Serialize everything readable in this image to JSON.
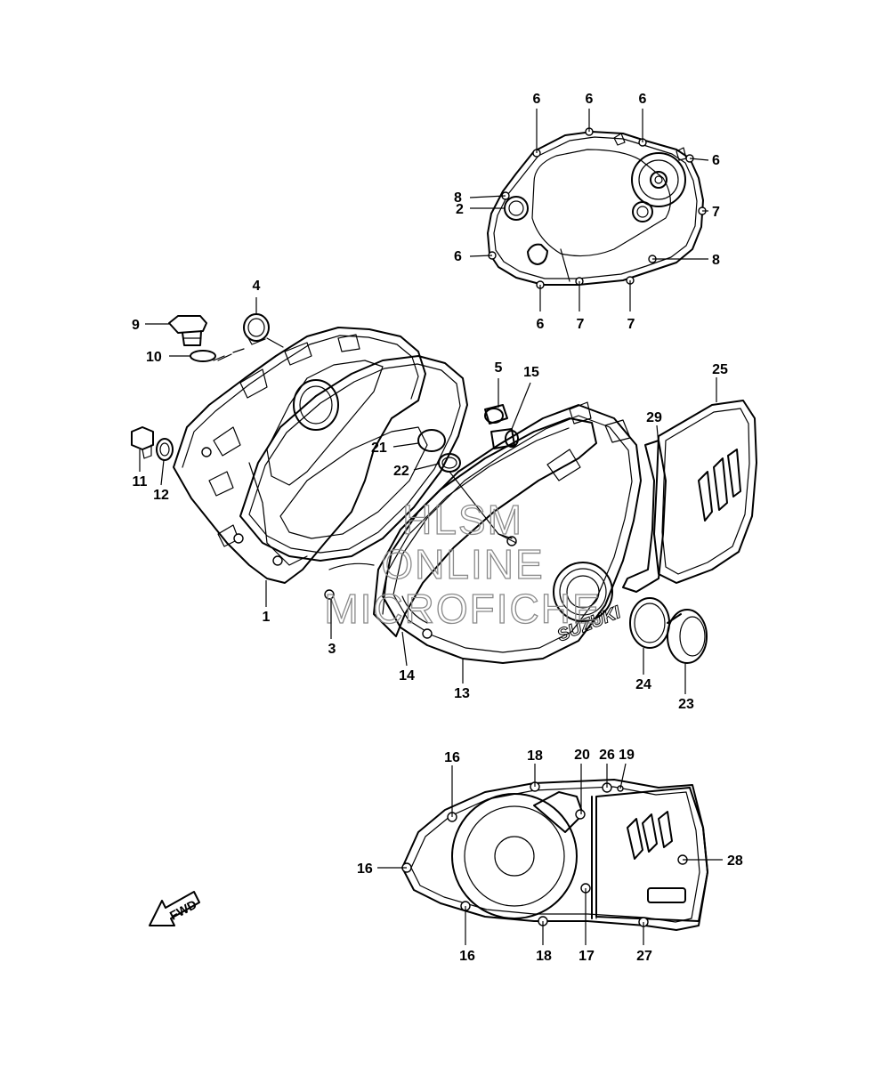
{
  "callouts": {
    "c1": "1",
    "c2": "2",
    "c3": "3",
    "c4": "4",
    "c5": "5",
    "c6": "6",
    "c7": "7",
    "c8": "8",
    "c9": "9",
    "c10": "10",
    "c11": "11",
    "c12": "12",
    "c13": "13",
    "c14": "14",
    "c15": "15",
    "c16": "16",
    "c17": "17",
    "c18": "18",
    "c19": "19",
    "c20": "20",
    "c21": "21",
    "c22": "22",
    "c23": "23",
    "c24": "24",
    "c25": "25",
    "c26": "26",
    "c27": "27",
    "c28": "28",
    "c29": "29"
  },
  "watermark": {
    "line1": "HLSM",
    "line2": "ONLINE",
    "line3": "MICROFICHE"
  },
  "brand_mark": "SUZUKI",
  "direction_label": "FWD"
}
